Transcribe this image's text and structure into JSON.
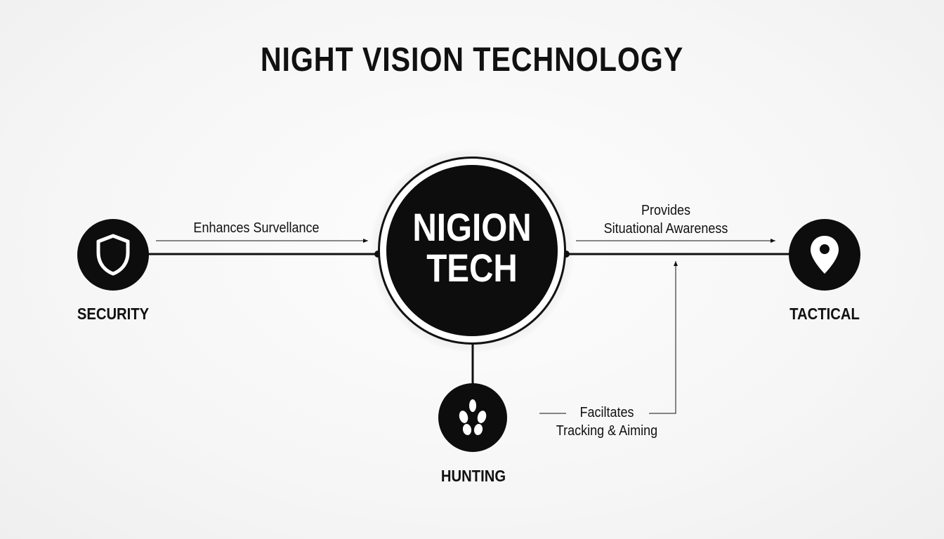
{
  "title": "NIGHT VISION TECHNOLOGY",
  "hub": {
    "line1": "NIGION",
    "line2": "TECH"
  },
  "nodes": {
    "security": {
      "label": "SECURITY",
      "icon": "shield-icon"
    },
    "tactical": {
      "label": "TACTICAL",
      "icon": "map-pin-icon"
    },
    "hunting": {
      "label": "HUNTING",
      "icon": "paw-print-icon"
    }
  },
  "edges": {
    "security": {
      "label": "Enhances Survellance"
    },
    "tactical": {
      "line1": "Provides",
      "line2": "Situational Awareness"
    },
    "hunting": {
      "line1": "Faciltates",
      "line2": "Tracking & Aiming"
    }
  },
  "colors": {
    "background": "#f7f7f7",
    "node_fill": "#0d0d0d",
    "line": "#111111",
    "text": "#111111"
  }
}
